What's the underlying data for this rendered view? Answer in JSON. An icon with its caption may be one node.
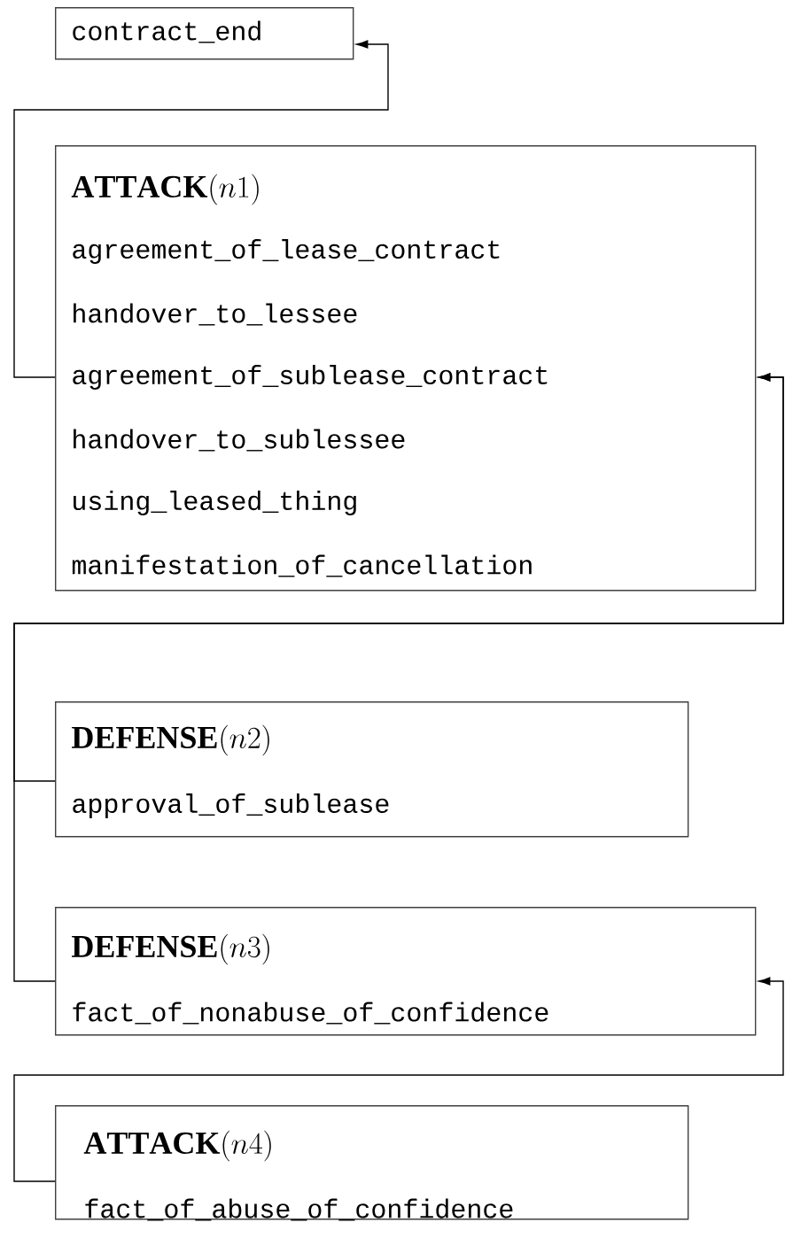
{
  "diagram": {
    "nodes": [
      {
        "text": [
          "contract_end"
        ]
      },
      {
        "text": [
          "\\mathbf{ATTACK}(n1)",
          "agreement_of_lease_contract",
          "handover_to_lessee",
          "agreement_of_sublease_contract",
          "handover_to_sublessee",
          "using_leased_thing",
          "manifestation_of_cancellation"
        ]
      },
      {
        "text": [
          "\\mathbf{DEFENSE}(n2)",
          "approval_of_sublease"
        ]
      },
      {
        "text": [
          "\\mathbf{DEFENSE}(n3)",
          "fact_of_nonabuse_of_confidence"
        ]
      },
      {
        "text": [
          "\\mathbf{ATTACK}(n4)",
          "fact_of_abuse_of_confidence"
        ]
      }
    ],
    "edges": [
      {
        "from": 1,
        "to": 0,
        "arrow": "to"
      },
      {
        "from": 2,
        "to": 1,
        "arrow": "to"
      },
      {
        "from": 3,
        "to": 1,
        "arrow": "to"
      },
      {
        "from": 4,
        "to": 3,
        "arrow": "to"
      }
    ]
  }
}
